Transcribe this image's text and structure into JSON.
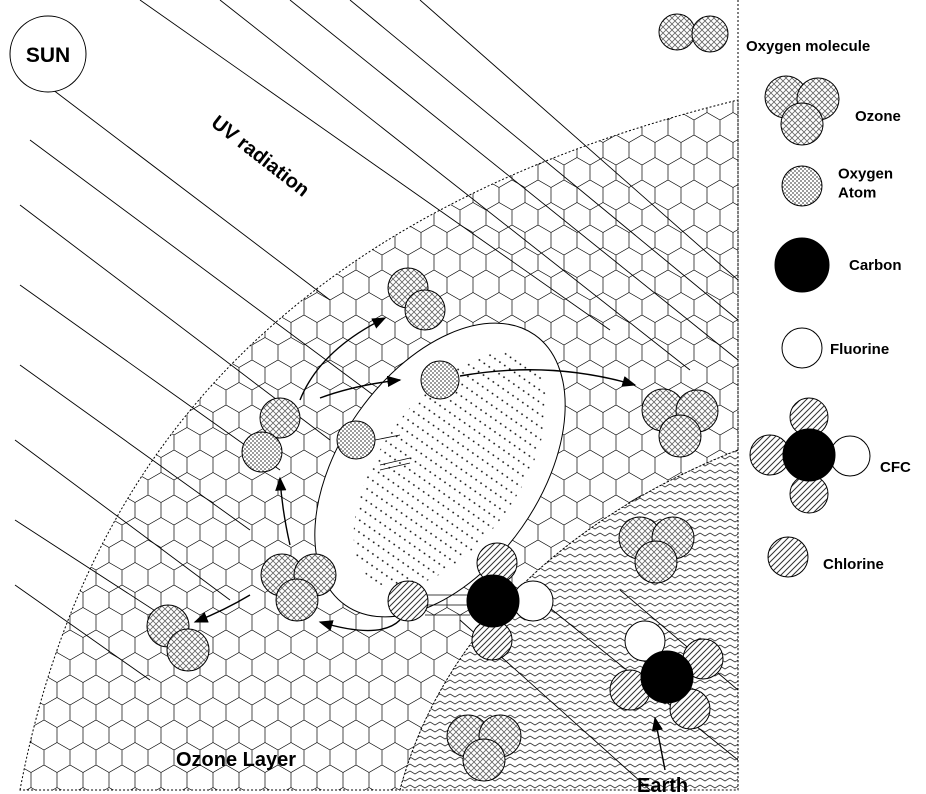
{
  "labels": {
    "sun": "SUN",
    "uv": "UV radiation",
    "ozone_layer": "Ozone Layer",
    "earth": "Earth"
  },
  "legend": [
    {
      "key": "oxygen_molecule",
      "text": [
        "Oxygen molecule"
      ]
    },
    {
      "key": "ozone",
      "text": [
        "Ozone"
      ]
    },
    {
      "key": "oxygen_atom",
      "text": [
        "Oxygen",
        "Atom"
      ]
    },
    {
      "key": "carbon",
      "text": [
        "Carbon"
      ]
    },
    {
      "key": "fluorine",
      "text": [
        "Fluorine"
      ]
    },
    {
      "key": "cfc",
      "text": [
        "CFC"
      ]
    },
    {
      "key": "chlorine",
      "text": [
        "Chlorine"
      ]
    }
  ]
}
